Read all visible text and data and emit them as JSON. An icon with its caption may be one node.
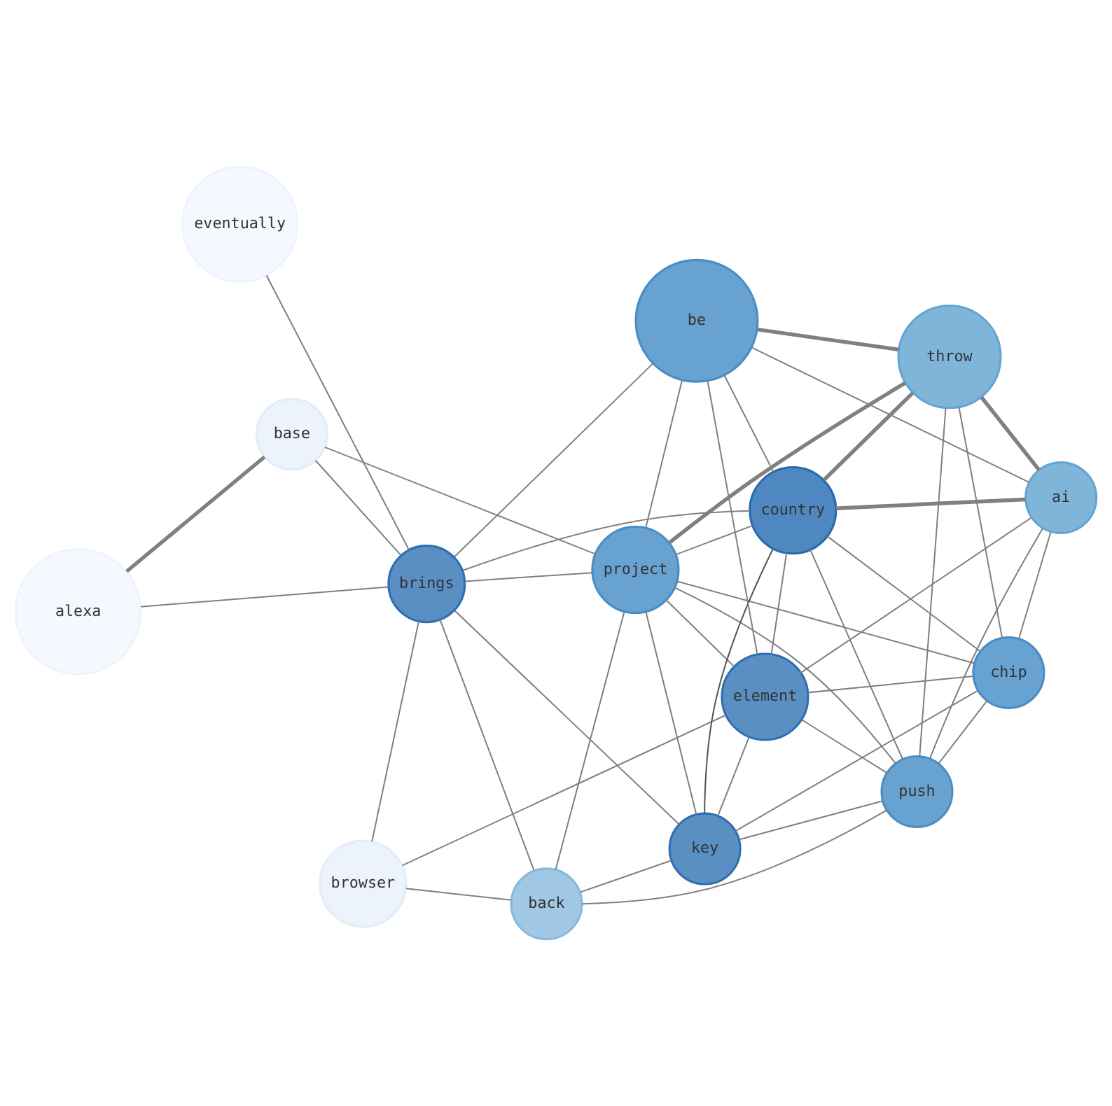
{
  "diagram": {
    "nodes": [
      {
        "text": [
          "alexa"
        ]
      },
      {
        "text": [
          "eventually"
        ]
      },
      {
        "text": [
          "browser"
        ]
      },
      {
        "text": [
          "brings"
        ]
      },
      {
        "text": [
          "base"
        ]
      },
      {
        "text": [
          "project"
        ]
      },
      {
        "text": [
          "back"
        ]
      },
      {
        "text": [
          "key"
        ]
      },
      {
        "text": [
          "element"
        ]
      },
      {
        "text": [
          "push"
        ]
      },
      {
        "text": [
          "country"
        ]
      },
      {
        "text": [
          "throw"
        ]
      },
      {
        "text": [
          "be"
        ]
      },
      {
        "text": [
          "chip"
        ]
      },
      {
        "text": [
          "ai"
        ]
      }
    ],
    "edges": [
      {
        "from": 0,
        "to": 3,
        "arrow": "none"
      },
      {
        "from": 0,
        "to": 4,
        "arrow": "none",
        "style": "thick"
      },
      {
        "from": 1,
        "to": 3,
        "arrow": "none"
      },
      {
        "from": 2,
        "to": 3,
        "arrow": "none"
      },
      {
        "from": 2,
        "to": 6,
        "arrow": "none"
      },
      {
        "from": 2,
        "to": 8,
        "arrow": "none"
      },
      {
        "from": 3,
        "to": 4,
        "arrow": "none"
      },
      {
        "from": 3,
        "to": 6,
        "arrow": "none"
      },
      {
        "from": 3,
        "to": 5,
        "arrow": "none"
      },
      {
        "from": 3,
        "to": 7,
        "arrow": "none"
      },
      {
        "from": 3,
        "to": 10,
        "arrow": "none"
      },
      {
        "from": 3,
        "to": 12,
        "arrow": "none"
      },
      {
        "from": 4,
        "to": 5,
        "arrow": "none"
      },
      {
        "from": 5,
        "to": 6,
        "arrow": "none"
      },
      {
        "from": 5,
        "to": 7,
        "arrow": "none"
      },
      {
        "from": 5,
        "to": 8,
        "arrow": "none"
      },
      {
        "from": 5,
        "to": 9,
        "arrow": "none"
      },
      {
        "from": 5,
        "to": 11,
        "arrow": "none",
        "style": "thick"
      },
      {
        "from": 5,
        "to": 13,
        "arrow": "none"
      },
      {
        "from": 5,
        "to": 10,
        "arrow": "none"
      },
      {
        "from": 5,
        "to": 12,
        "arrow": "none"
      },
      {
        "from": 6,
        "to": 7,
        "arrow": "none"
      },
      {
        "from": 6,
        "to": 9,
        "arrow": "none"
      },
      {
        "from": 7,
        "to": 8,
        "arrow": "none"
      },
      {
        "from": 7,
        "to": 9,
        "arrow": "none"
      },
      {
        "from": 7,
        "to": 10,
        "arrow": "none",
        "color": "#555555"
      },
      {
        "from": 7,
        "to": 13,
        "arrow": "none"
      },
      {
        "from": 8,
        "to": 9,
        "arrow": "none"
      },
      {
        "from": 8,
        "to": 10,
        "arrow": "none"
      },
      {
        "from": 8,
        "to": 12,
        "arrow": "none"
      },
      {
        "from": 8,
        "to": 14,
        "arrow": "none"
      },
      {
        "from": 8,
        "to": 13,
        "arrow": "none"
      },
      {
        "from": 9,
        "to": 10,
        "arrow": "none"
      },
      {
        "from": 9,
        "to": 11,
        "arrow": "none"
      },
      {
        "from": 9,
        "to": 13,
        "arrow": "none"
      },
      {
        "from": 9,
        "to": 14,
        "arrow": "none"
      },
      {
        "from": 10,
        "to": 11,
        "arrow": "none",
        "style": "thick"
      },
      {
        "from": 10,
        "to": 13,
        "arrow": "none"
      },
      {
        "from": 10,
        "to": 14,
        "arrow": "none",
        "style": "thick"
      },
      {
        "from": 10,
        "to": 12,
        "arrow": "none"
      },
      {
        "from": 12,
        "to": 11,
        "arrow": "none",
        "style": "thick"
      },
      {
        "from": 12,
        "to": 14,
        "arrow": "none"
      },
      {
        "from": 11,
        "to": 13,
        "arrow": "none"
      },
      {
        "from": 11,
        "to": 14,
        "arrow": "none",
        "style": "thick"
      },
      {
        "from": 13,
        "to": 14,
        "arrow": "none"
      }
    ]
  }
}
